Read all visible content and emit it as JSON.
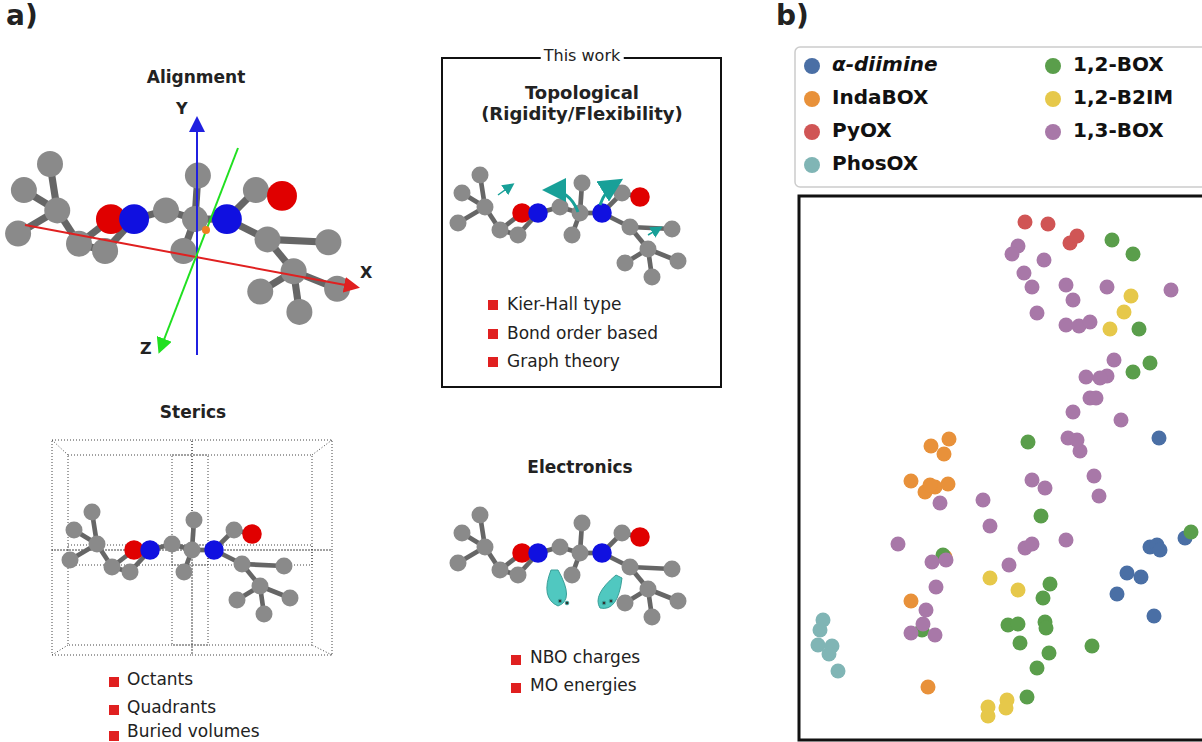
{
  "diagram": {
    "nodes": [
      {
        "text": [
          "This work",
          "Topological (Rigidity/Flexibility)",
          "Kier-Hall type",
          "Bond order based",
          "Graph theory"
        ]
      }
    ],
    "labels": [
      "a)",
      "b)",
      "Alignment",
      "Y",
      "X",
      "Z",
      "Sterics",
      "Octants",
      "Quadrants",
      "Buried volumes",
      "Electronics",
      "NBO charges",
      "MO energies"
    ],
    "legend": [
      {
        "text": "α-diimine",
        "color": "#4a6fa5"
      },
      {
        "text": "IndaBOX",
        "color": "#e8913a"
      },
      {
        "text": "PyOX",
        "color": "#d05555"
      },
      {
        "text": "PhosOX",
        "color": "#80b5b5"
      },
      {
        "text": "1,2-BOX",
        "color": "#5a9e4b"
      },
      {
        "text": "1,2-B2IM",
        "color": "#e6c84a"
      },
      {
        "text": "1,3-BOX",
        "color": "#a878a8"
      }
    ]
  }
}
